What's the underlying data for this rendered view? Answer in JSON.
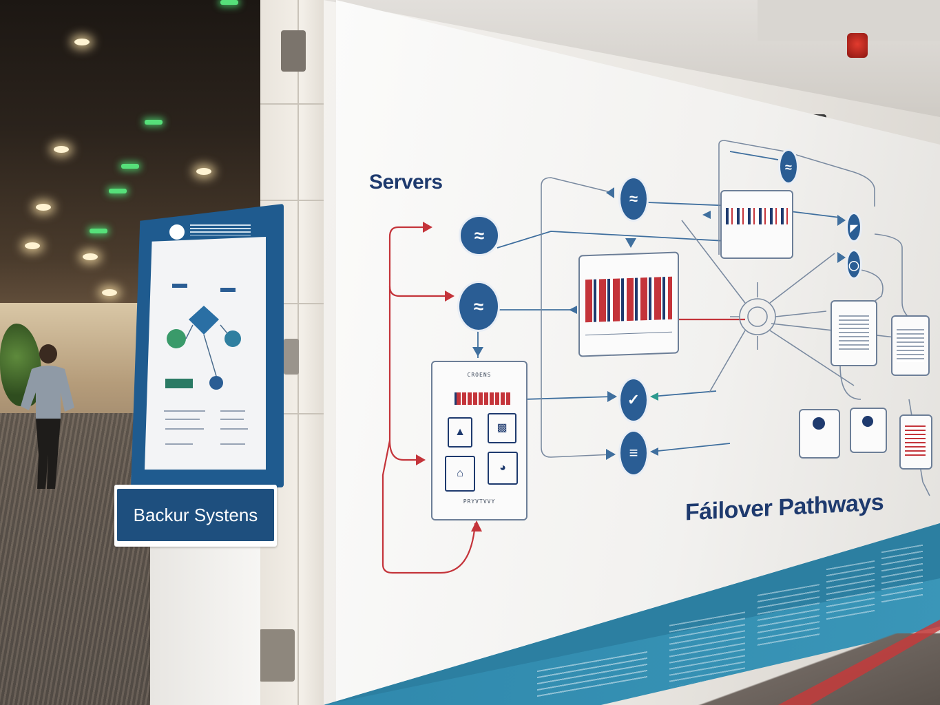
{
  "scene": "airport corridor with wall poster and kiosk",
  "poster": {
    "servers_title": "Servers",
    "failover_title": "Fáilover Pathways",
    "center_panel_caption": "CROENS",
    "center_panel_footer": "PRYVTVVY"
  },
  "kiosk": {
    "label": "Backur Systens"
  },
  "colors": {
    "navy": "#1e3a6e",
    "node_blue": "#2a5d94",
    "red_path": "#c4343a",
    "teal_band": "#2c7fa1",
    "kiosk_blue": "#1f5b8f"
  }
}
